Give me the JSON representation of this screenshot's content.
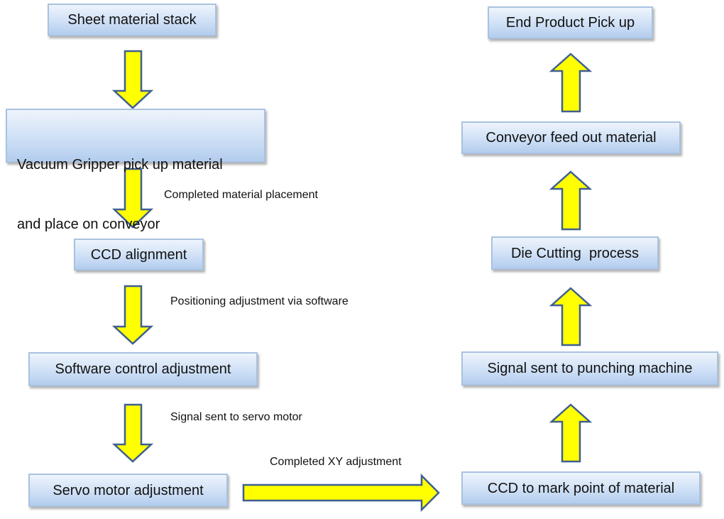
{
  "left_column": {
    "step1": "Sheet material stack",
    "step2_line1": "Vacuum Gripper pick up material",
    "step2_line2": "and place on conveyor",
    "step3": "CCD alignment",
    "step4": "Software control adjustment",
    "step5": "Servo motor adjustment"
  },
  "right_column": {
    "step6": "CCD to mark point of material",
    "step7": "Signal sent to punching machine",
    "step8": "Die Cutting  process",
    "step9": "Conveyor feed out material",
    "step10": "End Product Pick up"
  },
  "transition_labels": {
    "placement": "Completed material placement",
    "positioning": "Positioning adjustment via software",
    "servo_signal": "Signal sent to servo motor",
    "xy": "Completed XY adjustment"
  },
  "colors": {
    "arrow_fill": "#ffff00",
    "arrow_stroke": "#3f5f8f",
    "box_border": "#a9c2e0"
  }
}
